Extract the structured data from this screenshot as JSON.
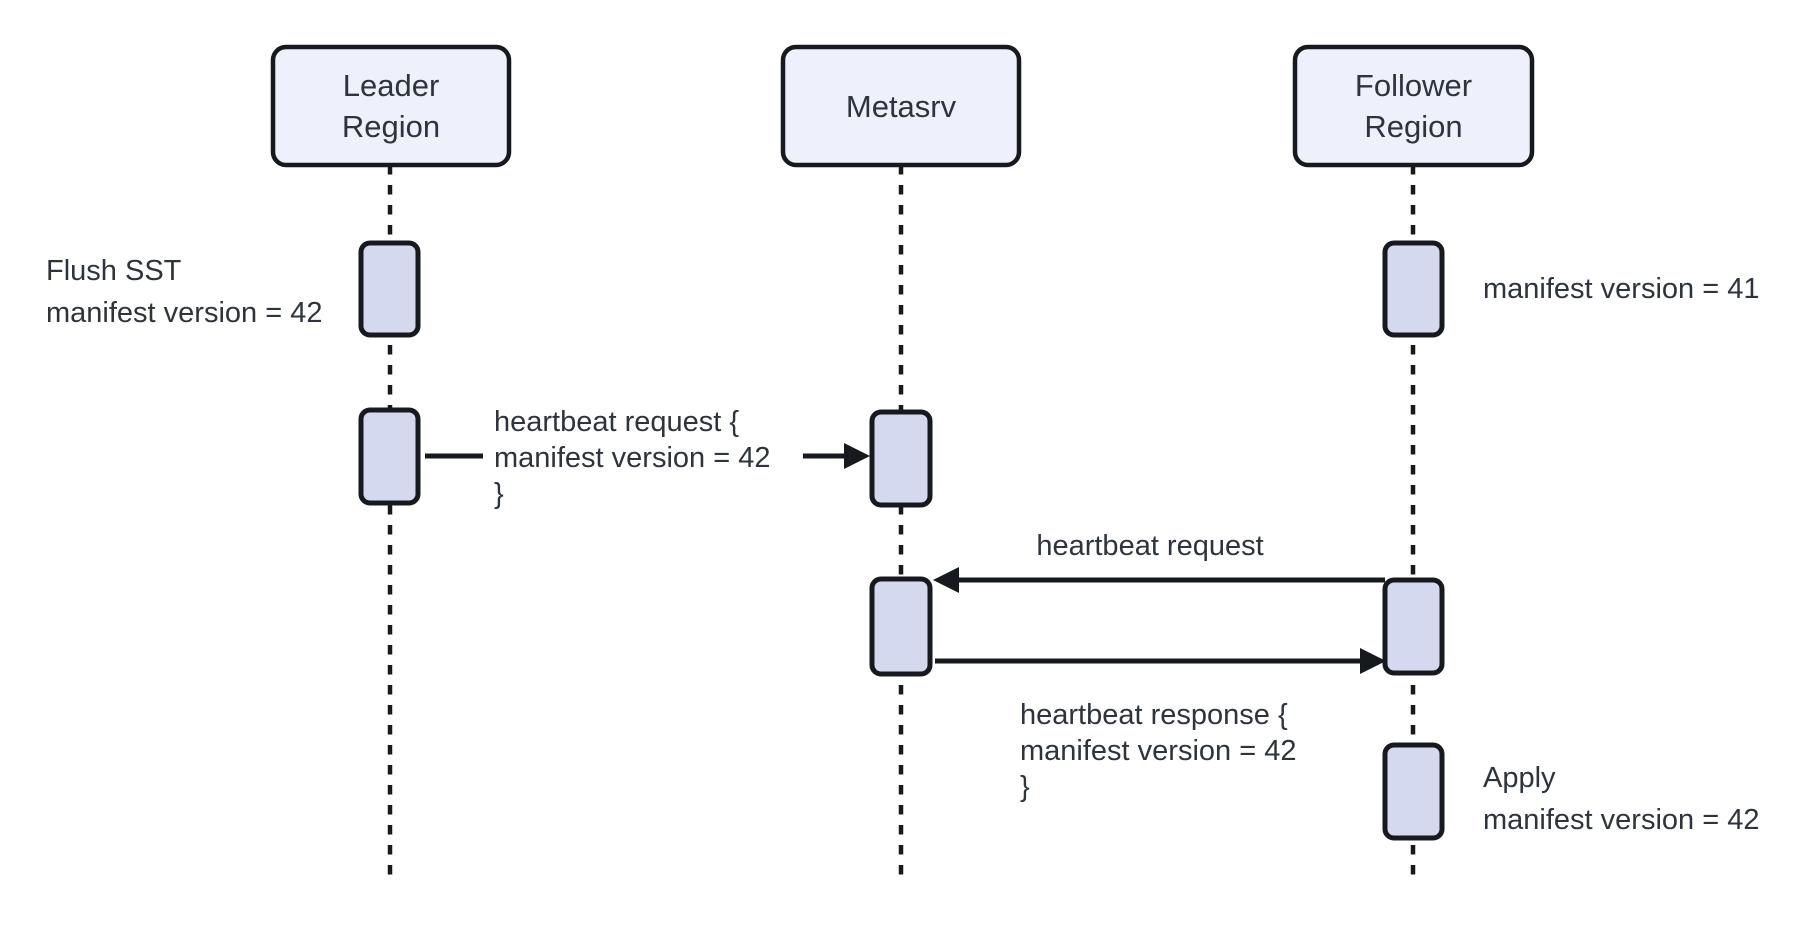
{
  "diagram": {
    "type": "sequence",
    "actors": [
      {
        "id": "leader",
        "label": "Leader\nRegion"
      },
      {
        "id": "metasrv",
        "label": "Metasrv"
      },
      {
        "id": "follower",
        "label": "Follower\nRegion"
      }
    ],
    "notes": [
      {
        "id": "flush-sst",
        "actor": "leader",
        "text": "Flush SST\nmanifest version = 42"
      },
      {
        "id": "manifest-41",
        "actor": "follower",
        "text": "manifest version = 41"
      },
      {
        "id": "apply",
        "actor": "follower",
        "text": "Apply\nmanifest version = 42"
      }
    ],
    "messages": [
      {
        "id": "m1",
        "from": "leader",
        "to": "metasrv",
        "text": "heartbeat request {\n  manifest version = 42\n}"
      },
      {
        "id": "m2",
        "from": "follower",
        "to": "metasrv",
        "text": "heartbeat request"
      },
      {
        "id": "m3",
        "from": "metasrv",
        "to": "follower",
        "text": "heartbeat response {\n  manifest version = 42\n}"
      }
    ],
    "colors": {
      "actor_fill": "#EEF1FB",
      "activation_fill": "#D5D9F0",
      "stroke": "#16191e",
      "text": "#2e343d",
      "background": "#ffffff"
    }
  }
}
